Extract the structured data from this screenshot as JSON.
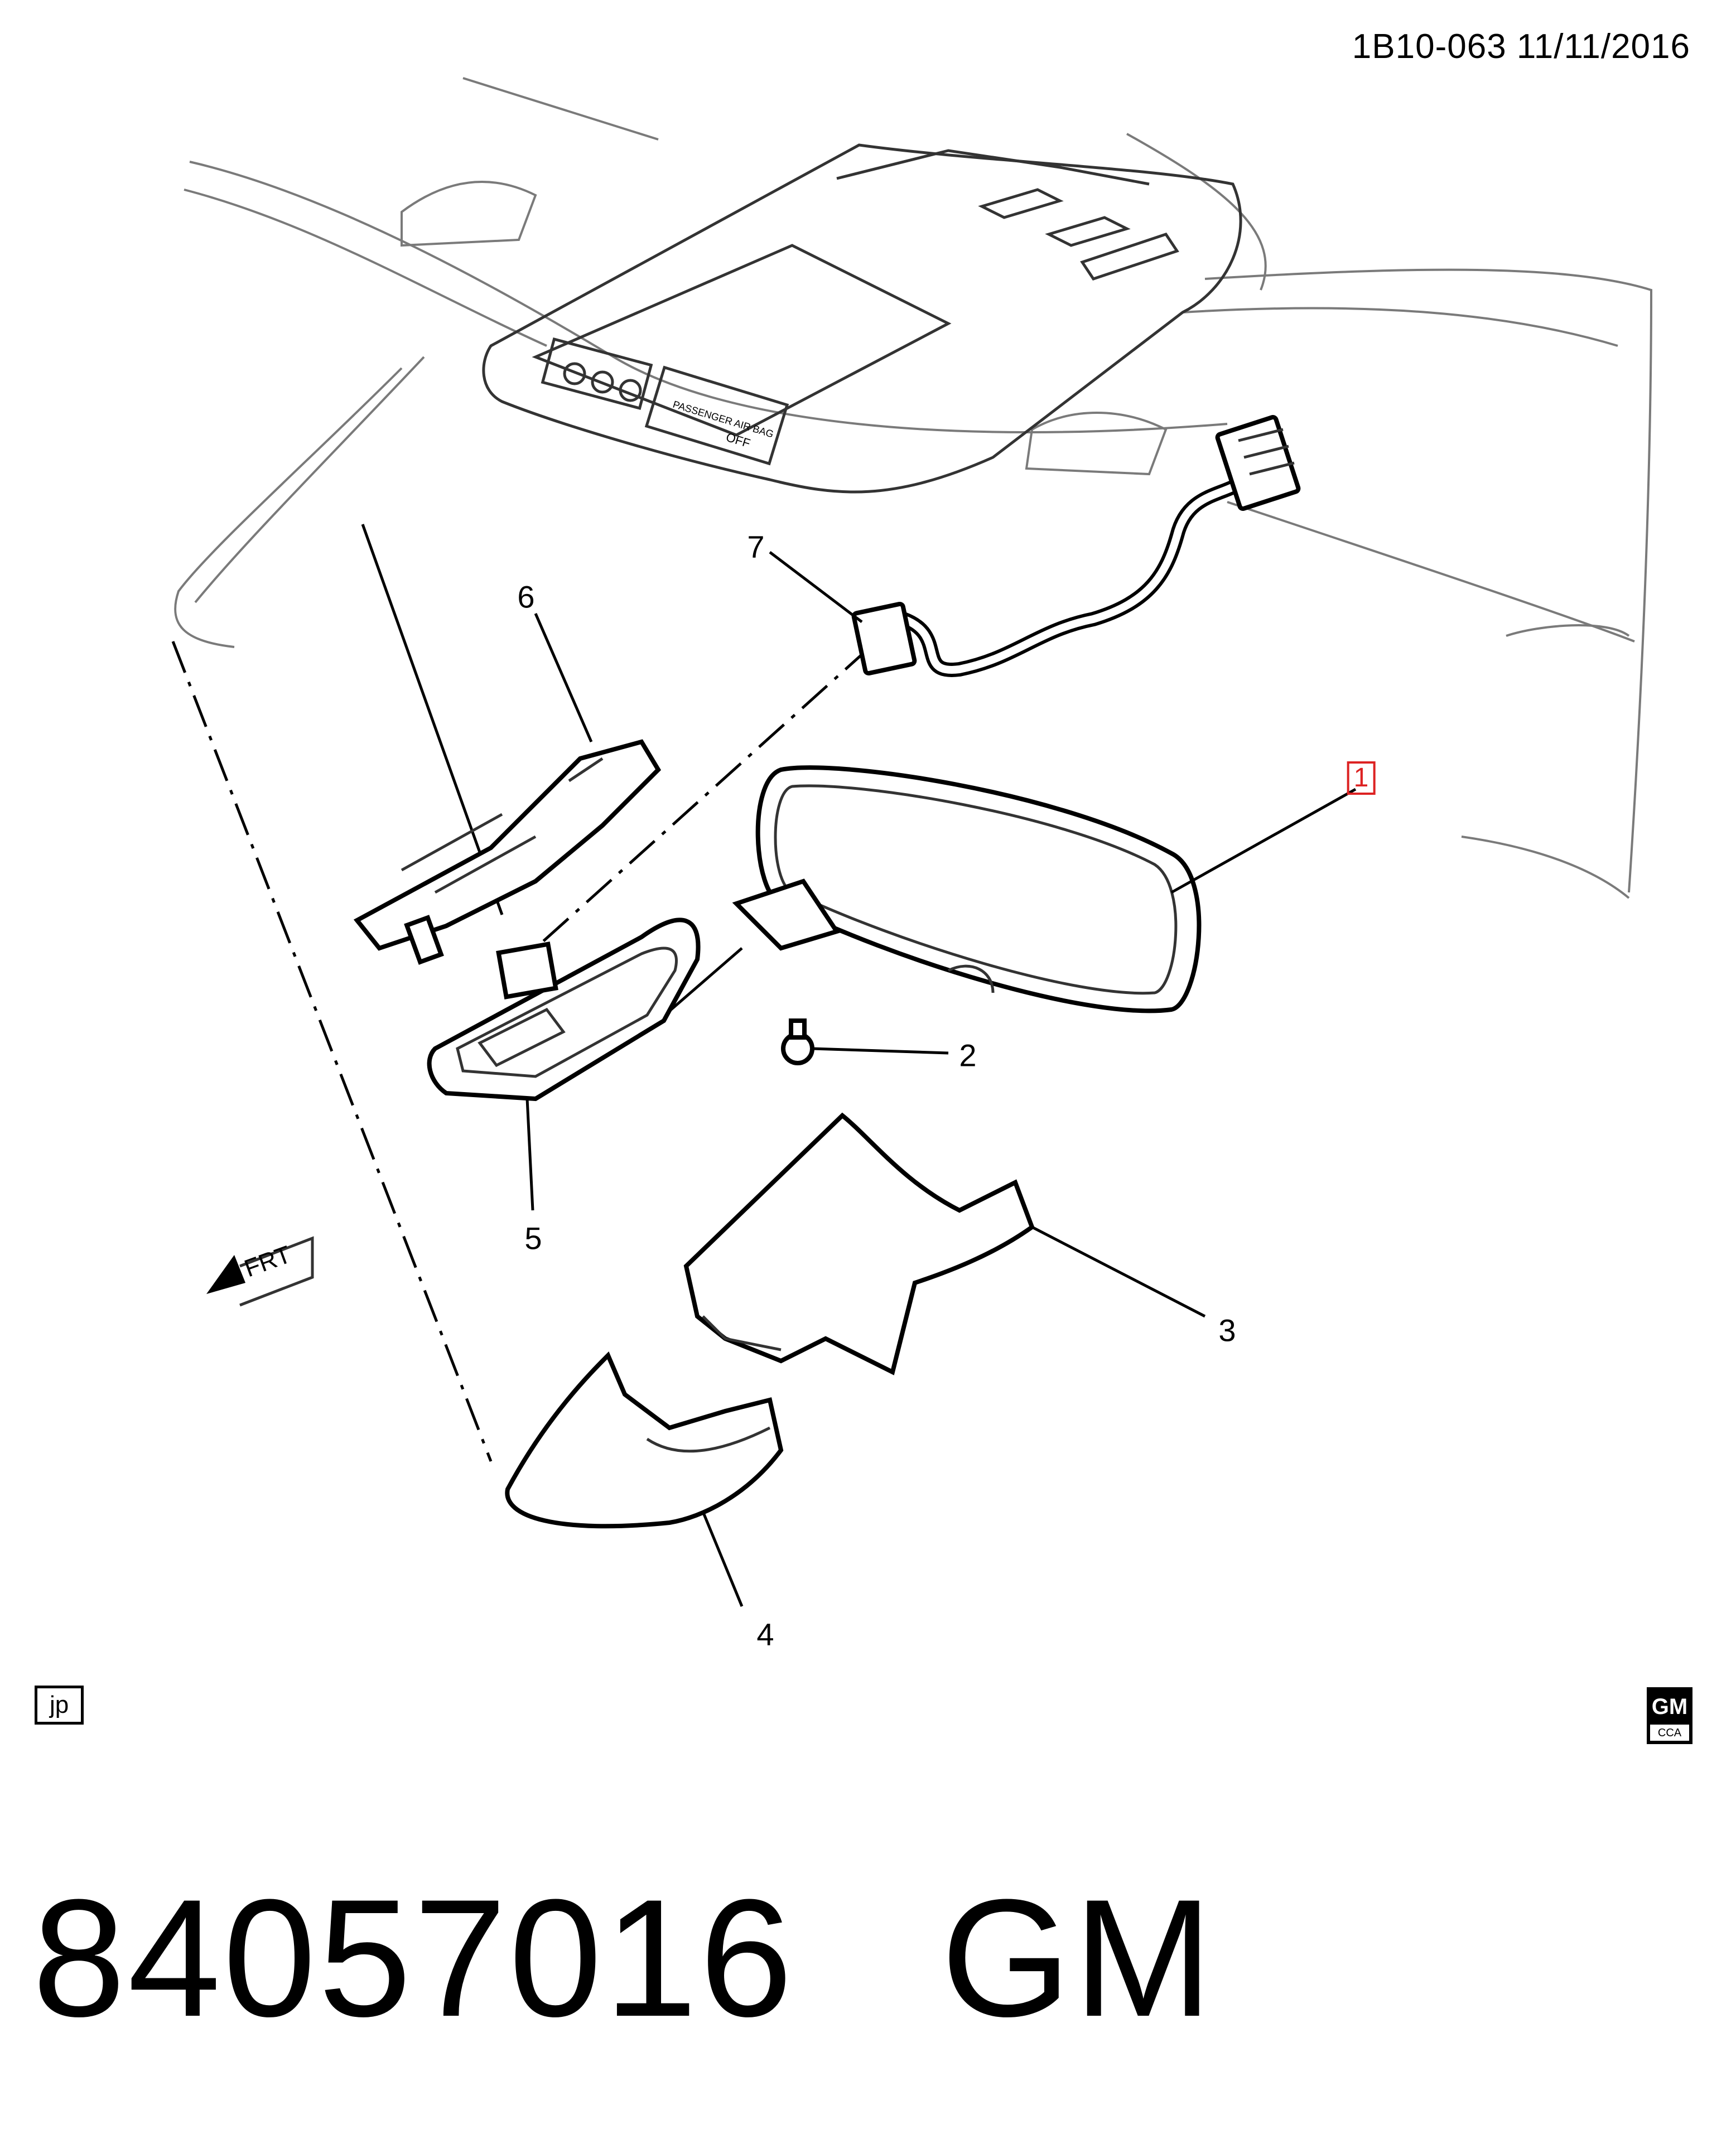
{
  "header": {
    "ref_code": "1B10-063  11/11/2016"
  },
  "overhead_console": {
    "airbag_label": "PASSENGER AIR BAG",
    "airbag_status": "OFF"
  },
  "callouts": [
    "1",
    "2",
    "3",
    "4",
    "5",
    "6",
    "7"
  ],
  "direction_indicator": {
    "label": "FRT"
  },
  "footer": {
    "illustration_tag": "jp",
    "logo_text": "GM",
    "logo_sub": "CCA",
    "part_number": "84057016",
    "brand": "GM"
  },
  "colors": {
    "line": "#000000",
    "highlight_callout": "#dd2222"
  }
}
